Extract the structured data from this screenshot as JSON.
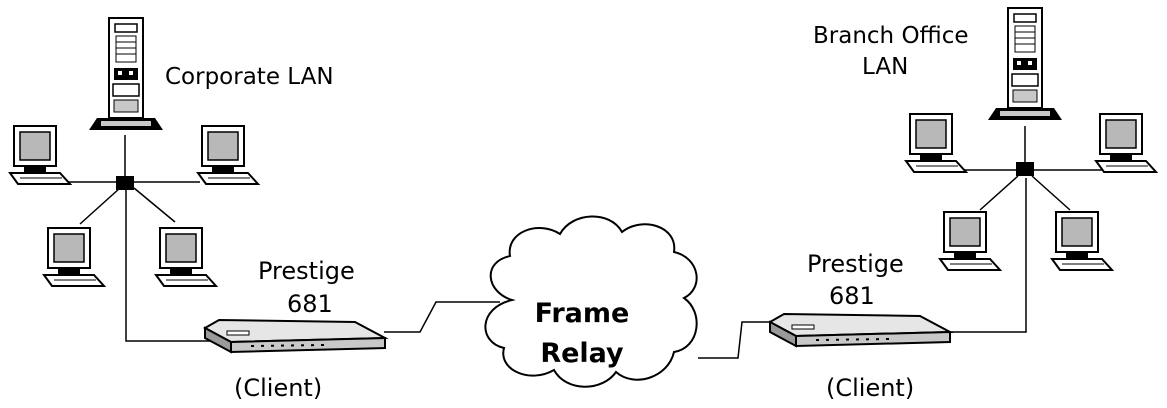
{
  "diagram": {
    "left_site": {
      "network_label": "Corporate LAN",
      "device_label_line1": "Prestige",
      "device_label_line2": "681",
      "role_label": "(Client)"
    },
    "right_site": {
      "network_label_line1": "Branch Office",
      "network_label_line2": "LAN",
      "device_label_line1": "Prestige",
      "device_label_line2": "681",
      "role_label": "(Client)"
    },
    "cloud": {
      "label_line1": "Frame",
      "label_line2": "Relay"
    }
  },
  "colors": {
    "line": "#000000",
    "monitor_screen": "#b8b8b8",
    "device_body": "#c8c8c8",
    "background": "#ffffff"
  }
}
